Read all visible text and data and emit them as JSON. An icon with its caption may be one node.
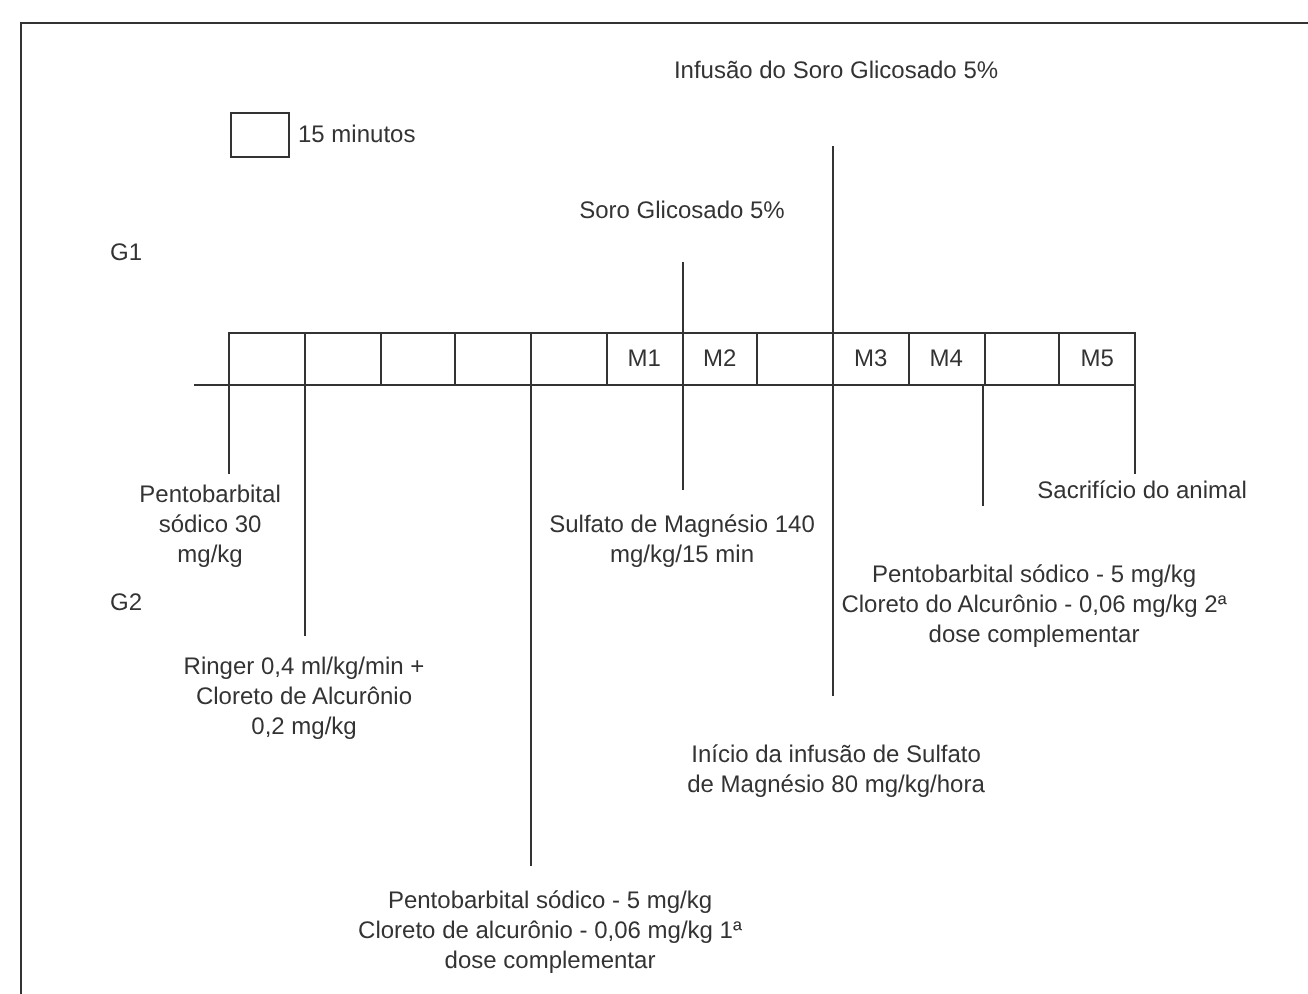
{
  "diagram": {
    "nodes": [
      {
        "text": [],
        "shape": "bar"
      },
      {
        "text": [],
        "shape": "box",
        "in": 0
      },
      {
        "text": [],
        "shape": "box",
        "in": 0
      },
      {
        "text": [],
        "shape": "box",
        "in": 0
      },
      {
        "text": [],
        "shape": "box",
        "in": 0
      },
      {
        "text": [],
        "shape": "box",
        "in": 0
      },
      {
        "text": [
          "M1"
        ],
        "in": 0
      },
      {
        "text": [
          "M2"
        ],
        "in": 0
      },
      {
        "text": [],
        "shape": "box",
        "in": 0
      },
      {
        "text": [
          "M3"
        ],
        "in": 0
      },
      {
        "text": [
          "M4"
        ],
        "in": 0
      },
      {
        "text": [],
        "shape": "box",
        "in": 0
      },
      {
        "text": [
          "M5"
        ],
        "in": 0
      },
      {
        "text": [
          "Infusão do Soro Glicosado 5%"
        ]
      },
      {
        "text": [
          "Soro Glicosado 5%"
        ]
      },
      {
        "text": [
          "Pentobarbital sódico 30 mg/kg"
        ]
      },
      {
        "text": [
          "Sulfato de Magnésio 140 mg/kg/15 min"
        ]
      },
      {
        "text": [
          "Sacrifício do animal"
        ]
      },
      {
        "text": [
          "Pentobarbital sódico - 5 mg/kg Cloreto do Alcurônio - 0,06 mg/kg 2ª dose complementar"
        ]
      },
      {
        "text": [
          "Ringer 0,4 ml/kg/min + Cloreto de Alcurônio 0,2 mg/kg"
        ]
      },
      {
        "text": [
          "Início da infusão de Sulfato de Magnésio 80 mg/kg/hora"
        ]
      },
      {
        "text": [
          "Pentobarbital sódico - 5 mg/kg Cloreto de alcurônio - 0,06 mg/kg 1ª dose complementar"
        ]
      }
    ],
    "edges": [
      {
        "from": 13,
        "to": 0,
        "arrow": "none"
      },
      {
        "from": 14,
        "to": 0,
        "arrow": "none"
      },
      {
        "from": 15,
        "to": 0,
        "arrow": "none"
      },
      {
        "from": 16,
        "to": 0,
        "arrow": "none"
      },
      {
        "from": 17,
        "to": 0,
        "arrow": "none"
      },
      {
        "from": 18,
        "to": 0,
        "arrow": "none"
      },
      {
        "from": 19,
        "to": 0,
        "arrow": "none"
      },
      {
        "from": 20,
        "to": 0,
        "arrow": "none"
      },
      {
        "from": 21,
        "to": 0,
        "arrow": "none"
      }
    ],
    "labels": [
      "G1",
      "G2"
    ],
    "legend": [
      {
        "text": "15 minutos"
      }
    ]
  }
}
